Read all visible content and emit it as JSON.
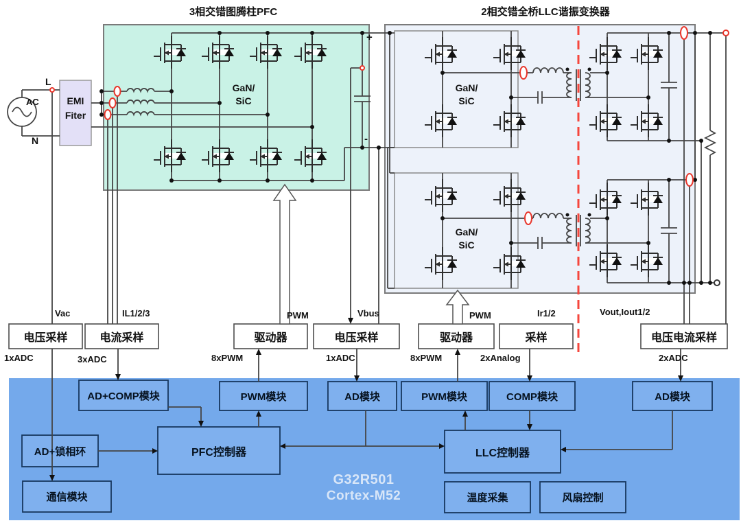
{
  "titles": {
    "pfc": "3相交错图腾柱PFC",
    "llc": "2相交错全桥LLC谐振变换器"
  },
  "input": {
    "ac": "AC",
    "line": "L",
    "neutral": "N",
    "emi1": "EMI",
    "emi2": "Fiter"
  },
  "tech": {
    "l1": "GaN/",
    "l2": "SiC"
  },
  "dc_bus": {
    "plus": "+",
    "minus": "-"
  },
  "sampling": [
    {
      "label": "电压采样",
      "signal": "Vac",
      "io": "1xADC"
    },
    {
      "label": "电流采样",
      "signal": "IL1/2/3",
      "io": "3xADC"
    },
    {
      "label": "驱动器",
      "signal": "PWM",
      "io": "8xPWM"
    },
    {
      "label": "电压采样",
      "signal": "Vbus",
      "io": "1xADC"
    },
    {
      "label": "驱动器",
      "signal": "PWM",
      "io": "8xPWM"
    },
    {
      "label": "采样",
      "signal": "Ir1/2",
      "io": "2xAnalog"
    },
    {
      "label": "电压电流采样",
      "signal": "Vout,Iout1/2",
      "io": "2xADC"
    }
  ],
  "mcu": {
    "chip1": "G32R501",
    "chip2": "Cortex-M52",
    "modules": {
      "ad_comp": "AD+COMP模块",
      "pwm_pfc": "PWM模块",
      "ad_bus": "AD模块",
      "pwm_llc": "PWM模块",
      "comp": "COMP模块",
      "ad_out": "AD模块",
      "pll": "AD+锁相环",
      "pfc_ctrl": "PFC控制器",
      "llc_ctrl": "LLC控制器",
      "comm": "通信模块",
      "temp": "温度采集",
      "fan": "风扇控制"
    }
  },
  "colors": {
    "teal": "#c9f2e6",
    "llc": "#edf2fa",
    "mcu": "#74a9eb",
    "module": "#7fb0ee",
    "emi": "#e3e0f7",
    "red": "#e8362b",
    "wire": "#454545",
    "chip_text": "#d8e6f8"
  }
}
